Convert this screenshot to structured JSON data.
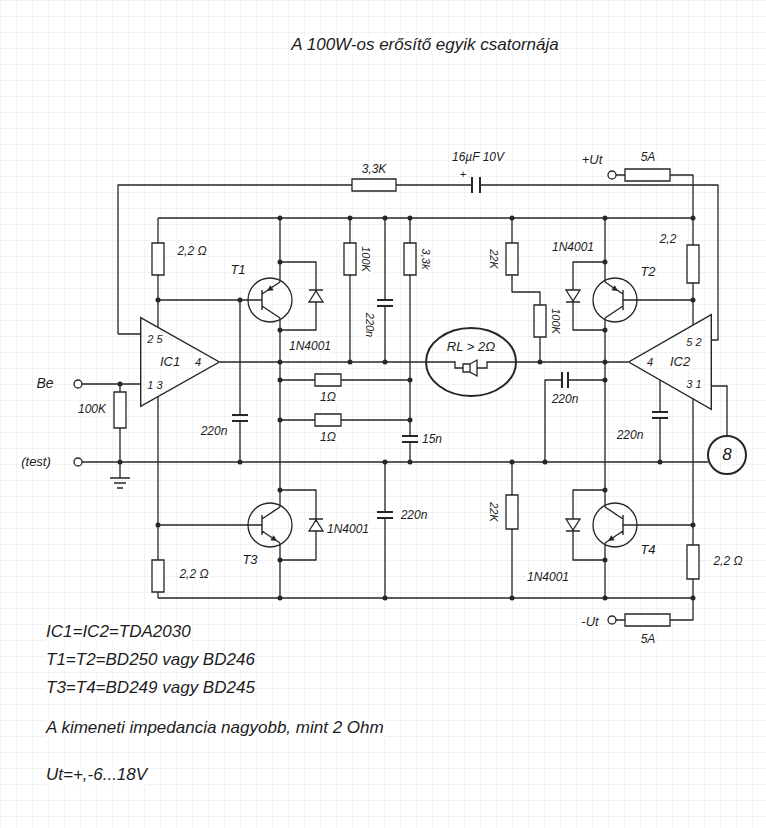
{
  "diagram": {
    "title": "A 100W-os erősítő egyik csatornája",
    "nodes": [
      {
        "text": [
          "2 5",
          "IC1",
          "1 3",
          "4"
        ]
      },
      {
        "text": [
          "RL > 2Ω"
        ]
      },
      {
        "text": [
          "5 2",
          "IC2",
          "4",
          "3 1"
        ]
      },
      {
        "text": [
          "8"
        ]
      }
    ],
    "edges": [
      {
        "from": 0,
        "to": 1,
        "arrow": "none"
      },
      {
        "from": 2,
        "to": 1,
        "arrow": "none"
      },
      {
        "from": 2,
        "to": 3,
        "arrow": "none"
      }
    ],
    "labels": [
      "16µF 10V",
      "+Ut",
      "5A",
      "3,3K",
      "+",
      "2,2 Ω",
      "T1",
      "100K",
      "3,3k",
      "22K",
      "1N4001",
      "T2",
      "2,2",
      "220n",
      "100K",
      "Be",
      "1N4001",
      "1Ω",
      "1Ω",
      "100K",
      "220n",
      "15n",
      "220n",
      "220n",
      "(test)",
      "T3",
      "1N4001",
      "220n",
      "22K",
      "1N4001",
      "T4",
      "2,2 Ω",
      "2,2 Ω",
      "-Ut",
      "5A",
      "IC1=IC2=TDA2030",
      "T1=T2=BD250 vagy BD246",
      "T3=T4=BD249 vagy BD245",
      "A kimeneti impedancia nagyobb, mint 2 Ohm",
      "Ut=+,-6...18V"
    ]
  }
}
